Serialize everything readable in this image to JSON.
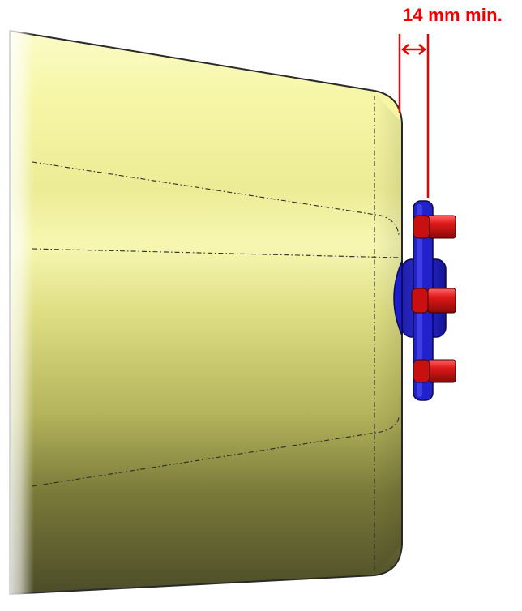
{
  "dimension": {
    "label": "14 mm min.",
    "color": "#ee0000"
  },
  "colors": {
    "body_light": "#f4f4a0",
    "body_dark": "#4a4a26",
    "hub": "#1c1ccc",
    "bolts": "#d41418"
  },
  "parts": {
    "body": "cylinder-body",
    "hub": "flange-hub",
    "bolts": "bolt-icon"
  }
}
